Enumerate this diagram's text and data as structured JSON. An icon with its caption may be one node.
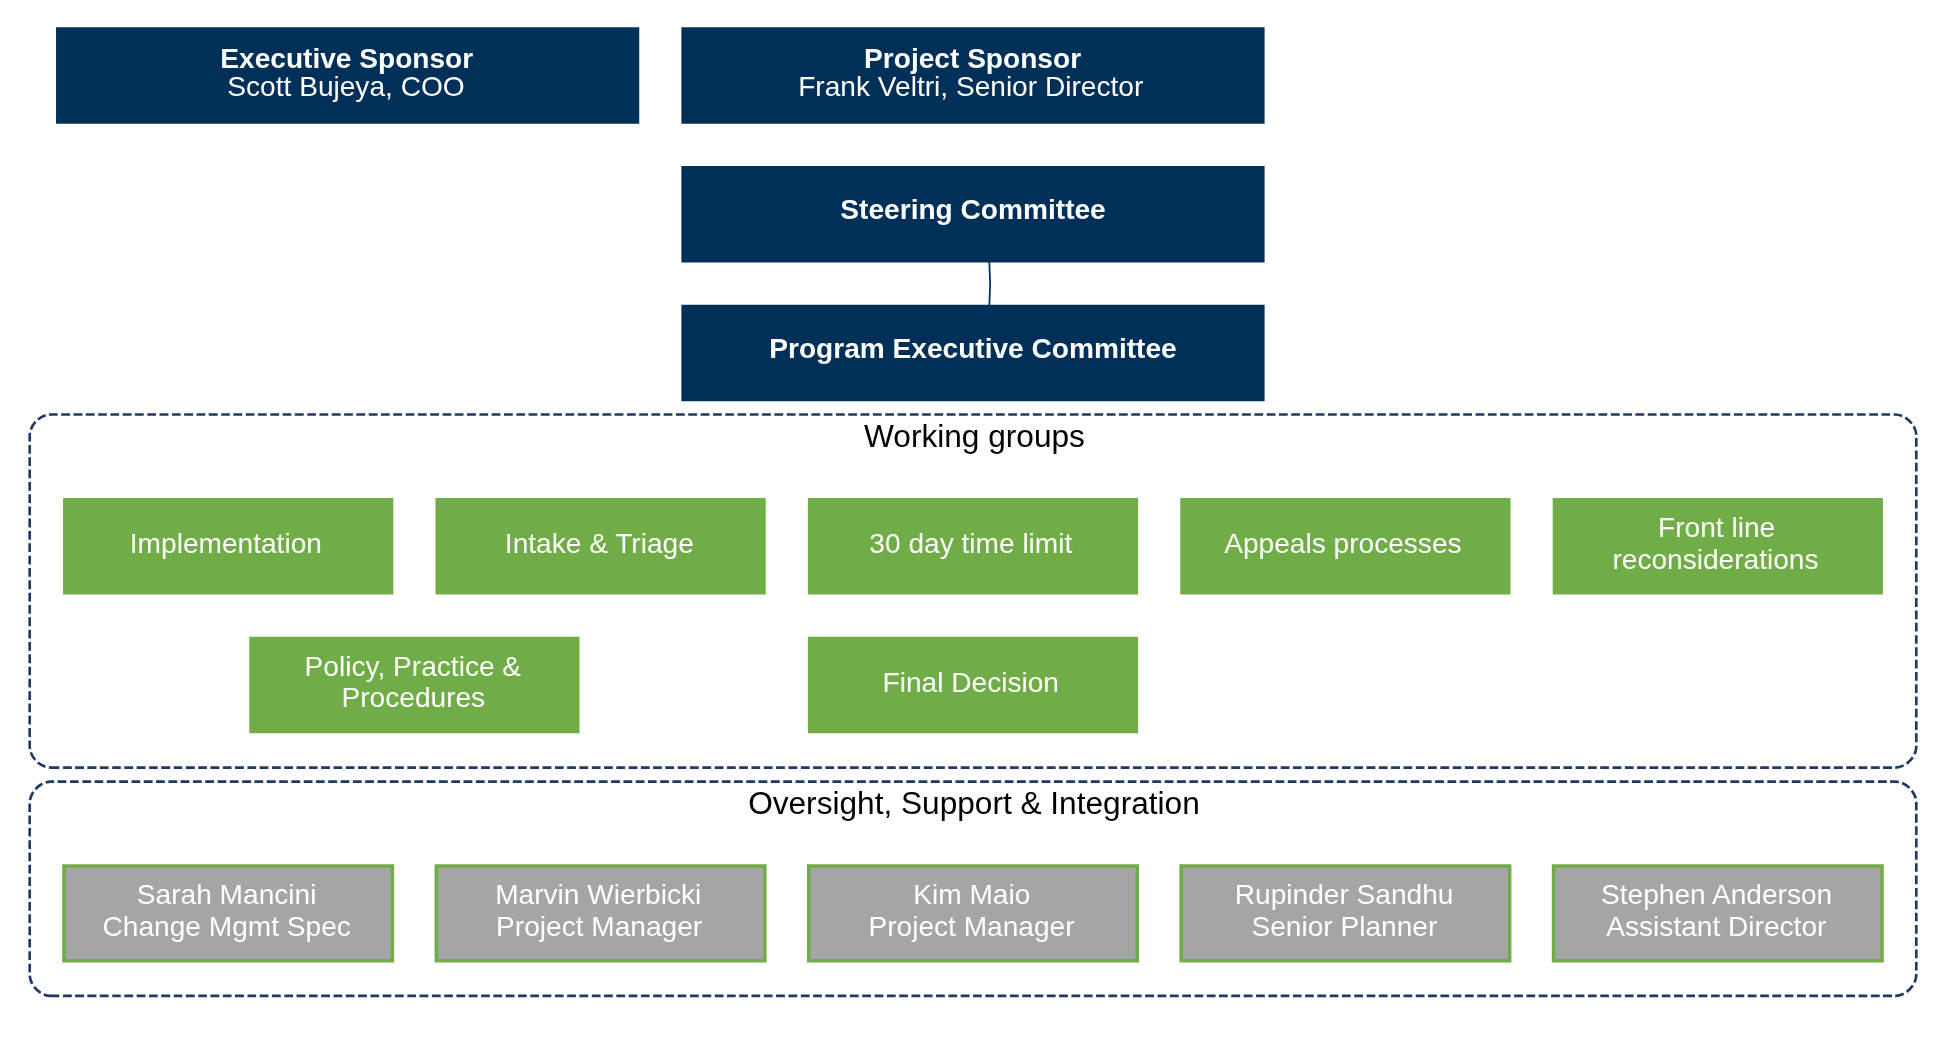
{
  "diagram": {
    "nodes": [
      {
        "text": [
          "Executive Sponsor",
          "Scott Bujeya, COO"
        ]
      },
      {
        "text": [
          "Project Sponsor",
          "Frank Veltri, Senior Director"
        ]
      },
      {
        "text": [
          "Steering Committee"
        ]
      },
      {
        "text": [
          "Program Executive Committee"
        ]
      },
      {
        "text": [
          "Working groups"
        ]
      },
      {
        "text": [
          "Front line reconsiderations"
        ],
        "in": 4
      },
      {
        "text": [
          "Appeals processes"
        ],
        "in": 4
      },
      {
        "text": [
          "30 day time limit"
        ],
        "in": 4
      },
      {
        "text": [
          "Intake & Triage"
        ],
        "in": 4
      },
      {
        "text": [
          "Implementation"
        ],
        "in": 4
      },
      {
        "text": [
          "Policy, Practice & Procedures"
        ],
        "in": 4
      },
      {
        "text": [
          "Final Decision"
        ],
        "in": 4
      },
      {
        "text": [
          "Oversight, Support & Integration"
        ]
      },
      {
        "text": [
          "Stephen Anderson",
          "Assistant Director"
        ],
        "in": 12
      },
      {
        "text": [
          "Rupinder Sandhu",
          "Senior Planner"
        ],
        "in": 12
      },
      {
        "text": [
          "Kim Maio",
          "Project Manager"
        ],
        "in": 12
      },
      {
        "text": [
          "Marvin Wierbicki",
          "Project Manager"
        ],
        "in": 12
      },
      {
        "text": [
          "Sarah Mancini",
          "Change Mgmt Spec"
        ],
        "in": 12
      }
    ],
    "edges": [
      {
        "from": 2,
        "to": 3,
        "arrow": "none"
      }
    ]
  }
}
